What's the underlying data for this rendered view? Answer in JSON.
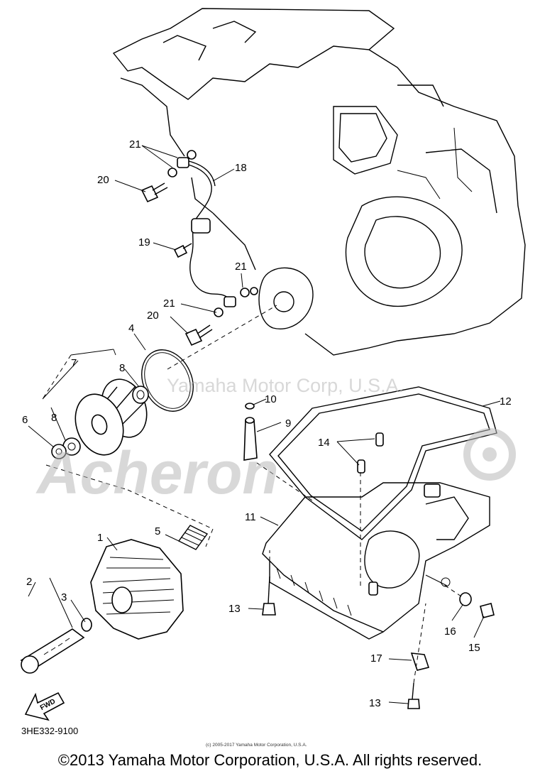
{
  "watermark": {
    "owner": "Yamaha Motor Corp, U.S.A.",
    "logo_text": "Acheron"
  },
  "callouts": {
    "p1": "1",
    "p2": "2",
    "p3": "3",
    "p4": "4",
    "p5": "5",
    "p6": "6",
    "p7": "7",
    "p8a": "8",
    "p8b": "8",
    "p9": "9",
    "p10": "10",
    "p11": "11",
    "p12": "12",
    "p13a": "13",
    "p13b": "13",
    "p14": "14",
    "p15": "15",
    "p16": "16",
    "p17": "17",
    "p18": "18",
    "p19": "19",
    "p20a": "20",
    "p20b": "20",
    "p21a": "21",
    "p21b": "21",
    "p21c": "21"
  },
  "fwd_label": "FWD",
  "diagram_code": "3HE332-9100",
  "small_copyright": "(c) 2005-2017 Yamaha Motor Corporation, U.S.A.",
  "copyright": "©2013 Yamaha Motor Corporation, U.S.A. All rights reserved."
}
